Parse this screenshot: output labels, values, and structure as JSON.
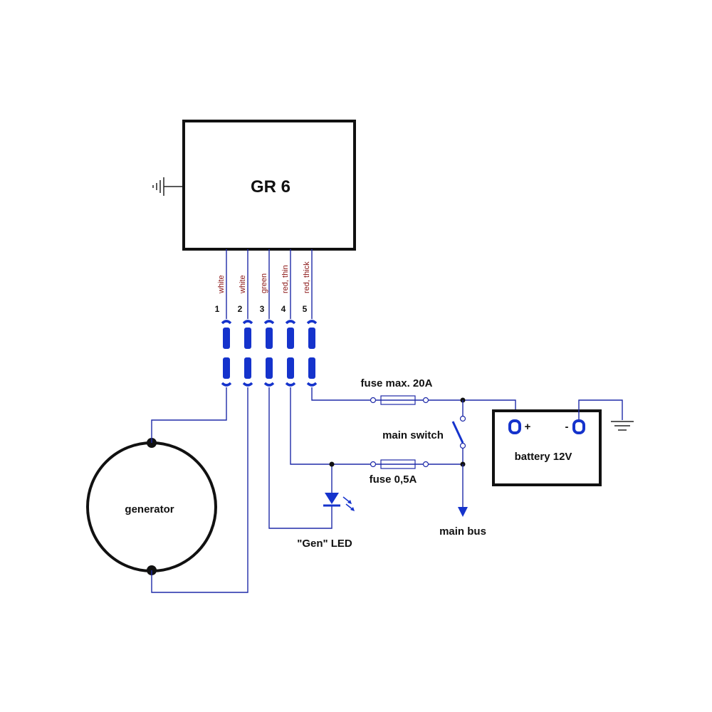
{
  "regulator": {
    "label": "GR 6"
  },
  "pins": [
    {
      "number": "1",
      "color": "white"
    },
    {
      "number": "2",
      "color": "white"
    },
    {
      "number": "3",
      "color": "green"
    },
    {
      "number": "4",
      "color": "red, thin"
    },
    {
      "number": "5",
      "color": "red, thick"
    }
  ],
  "generator": {
    "label": "generator"
  },
  "led": {
    "label": "\"Gen\" LED"
  },
  "fuse_main": {
    "label": "fuse max. 20A"
  },
  "fuse_small": {
    "label": "fuse 0,5A"
  },
  "switch": {
    "label": "main switch"
  },
  "battery": {
    "label": "battery 12V",
    "plus": "+",
    "minus": "-"
  },
  "bus": {
    "label": "main bus"
  },
  "colors": {
    "wire": "#1e2aa8",
    "connector": "#1533cc",
    "wire_label": "#8a1515"
  }
}
